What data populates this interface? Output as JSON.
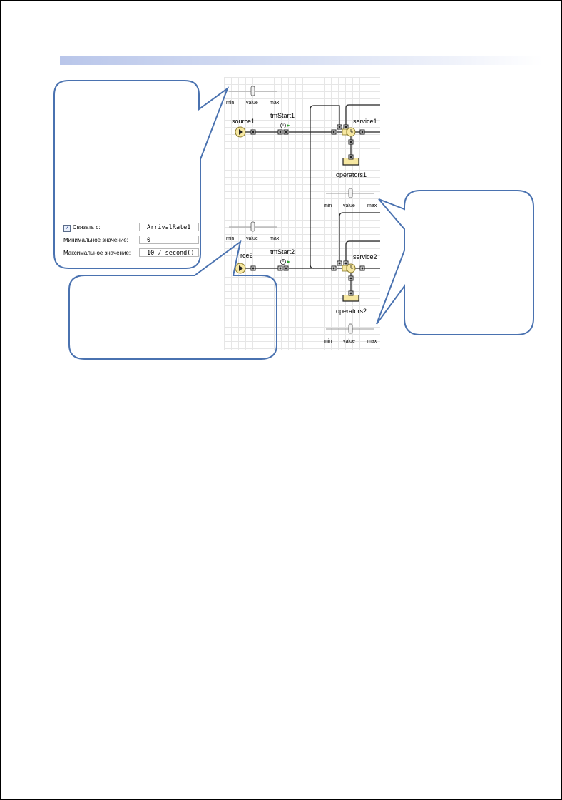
{
  "slides": [
    {
      "model": {
        "blocks": {
          "source1": "source1",
          "tmStart1": "tmStart1",
          "service1": "service1",
          "operators1": "operators1",
          "source2": "rce2",
          "tmStart2": "tmStart2",
          "service2": "service2",
          "operators2": "operators2"
        },
        "sliders": [
          {
            "min_label": "min",
            "value_label": "value",
            "max_label": "max"
          },
          {
            "min_label": "min",
            "value_label": "value",
            "max_label": "max"
          },
          {
            "min_label": "min",
            "value_label": "value",
            "max_label": "max"
          },
          {
            "min_label": "min",
            "value_label": "value",
            "max_label": "max"
          }
        ]
      },
      "properties": {
        "link_checkbox": {
          "label": "Связать с:",
          "checked": true,
          "value": "ArrivalRate1"
        },
        "min_value": {
          "label": "Минимальное значение:",
          "value": "0"
        },
        "max_value": {
          "label": "Максимальное значение:",
          "value": "10 / second()"
        }
      },
      "colors": {
        "callout_border": "#4a72b0",
        "agent_fill": "#f6e7a1",
        "title_gradient": "#b9c6ea"
      }
    },
    {}
  ]
}
